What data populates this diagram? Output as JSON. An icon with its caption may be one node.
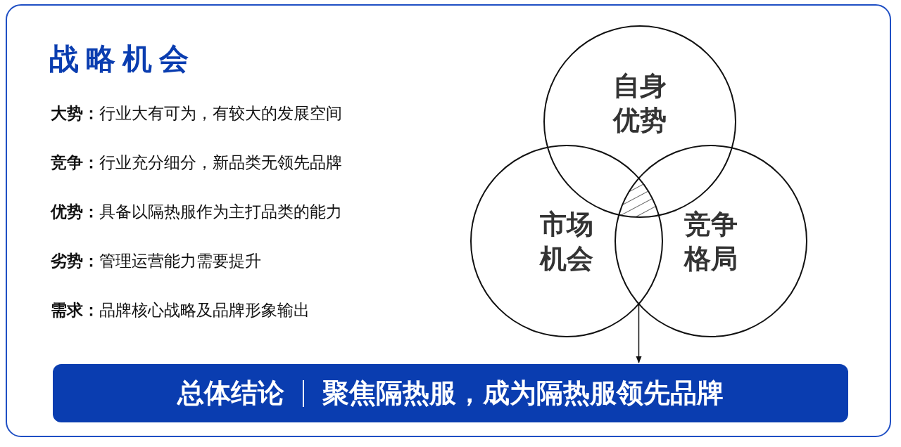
{
  "diagram": {
    "title": "战略机会",
    "nodes": [
      {
        "text": [
          "自身优势"
        ]
      },
      {
        "text": [
          "市场机会"
        ]
      },
      {
        "text": [
          "竞争格局"
        ]
      },
      {
        "text": [
          "总体结论",
          "聚焦隔热服，成为隔热服领先品牌"
        ]
      }
    ],
    "edges": [
      {
        "from": 1,
        "to": 3,
        "arrow": "to"
      }
    ],
    "labels": [
      "**大势：**行业大有可为，有较大的发展空间",
      "**竞争：**行业充分细分，新品类无领先品牌",
      "**优势：**具备以隔热服作为主打品类的能力",
      "**劣势：**管理运营能力需要提升",
      "**需求：**品牌核心战略及品牌形象输出"
    ]
  }
}
